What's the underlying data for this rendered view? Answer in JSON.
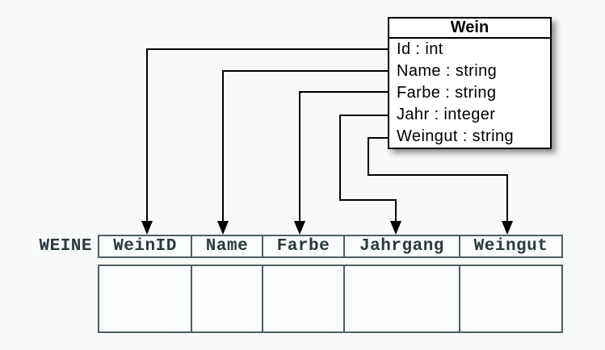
{
  "uml_class": {
    "title": "Wein",
    "attributes": [
      "Id : int",
      "Name : string",
      "Farbe : string",
      "Jahr : integer",
      "Weingut : string"
    ]
  },
  "table": {
    "label": "WEINE",
    "columns": [
      "WeinID",
      "Name",
      "Farbe",
      "Jahrgang",
      "Weingut"
    ],
    "empty_body_rows": 1
  },
  "mappings": [
    {
      "from": "Id",
      "to": "WeinID"
    },
    {
      "from": "Name",
      "to": "Name"
    },
    {
      "from": "Farbe",
      "to": "Farbe"
    },
    {
      "from": "Jahr",
      "to": "Jahrgang"
    },
    {
      "from": "Weingut",
      "to": "Weingut"
    }
  ],
  "colors": {
    "background": "#f7f8f8",
    "box_fill": "#ffffff",
    "box_border": "#000000",
    "arrow": "#000000",
    "table_border": "#4e5e63",
    "table_text": "#2b3a3e",
    "table_fill": "#fafbfb"
  }
}
